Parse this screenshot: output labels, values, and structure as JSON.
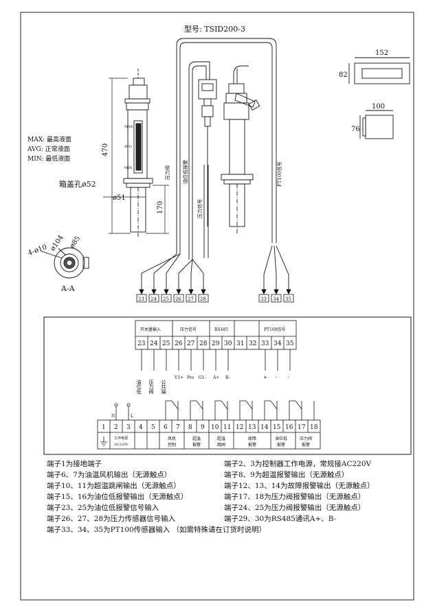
{
  "model": "型号: TSID200-3",
  "legend": [
    "MAX: 最高液面",
    "AVG: 正常液面",
    "MIN: 最低液面"
  ],
  "gauge": {
    "height_dim": "470",
    "hole_label": "箱盖孔ø52",
    "dia_dim": "ø51",
    "lower_dim": "170",
    "scale_max": "MAX",
    "scale_avg": "AVG",
    "scale_min": "MIN"
  },
  "flange": {
    "d104": "ø104",
    "d85": "ø85",
    "holes": "4-ø10",
    "section": "A-A"
  },
  "controller_dims": {
    "w1": "152",
    "h1": "82",
    "w2": "100",
    "h2": "76"
  },
  "cables": {
    "pressure_valve": "压力阀",
    "oil_low_alarm": "油位低报警",
    "pressure_signal": "压力信号",
    "pt100": "PT100信号"
  },
  "upper_terminals": {
    "tags": [
      "23",
      "24",
      "25",
      "26",
      "27",
      "28",
      "33",
      "34",
      "35"
    ],
    "groups": [
      "开关量输入",
      "压力信号",
      "RS485",
      "PT100信号"
    ],
    "numbers": [
      "23",
      "24",
      "25",
      "26",
      "27",
      "28",
      "29",
      "30",
      "31",
      "32",
      "33",
      "34",
      "35"
    ],
    "labels": {
      "t23": "油位低",
      "t24": "压力阀",
      "t25": "公共端",
      "t26": "V1+",
      "t27": "Pro",
      "t28": "G1-",
      "t29": "A+",
      "t30": "B-",
      "t33": "+",
      "t34": "-",
      "t35": "-"
    }
  },
  "lower_terminals": {
    "numbers": [
      "1",
      "2",
      "3",
      "4",
      "5",
      "6",
      "7",
      "8",
      "9",
      "10",
      "11",
      "12",
      "13",
      "14",
      "15",
      "16",
      "17",
      "18"
    ],
    "n_label": "N",
    "l_label": "L",
    "power_line1": "工作电源",
    "power_line2": "AC220V",
    "groups": [
      {
        "l1": "风机",
        "l2": "控制"
      },
      {
        "l1": "超温",
        "l2": "报警"
      },
      {
        "l1": "超温",
        "l2": "跳闸"
      },
      {
        "l1": "故障",
        "l2": "报警"
      },
      {
        "l1": "油位低",
        "l2": "报警"
      },
      {
        "l1": "压力阀",
        "l2": "报警"
      }
    ]
  },
  "notes": {
    "left": [
      "端子1为接地端子",
      "端子6、7为油温风机输出（无源触点）",
      "端子10、11为超温跳闸输出（无源触点）",
      "端子15、16为油位低报警输出（无源触点）",
      "端子23、25为油位低报警信号输入",
      "端子26、27、28为压力传感器信号输入",
      "端子33、34、35为PT100传感器输入 （如需特殊请在订货时说明）"
    ],
    "right": [
      "端子2、3为控制器工作电源，常规接AC220V",
      "端子8、9为超温报警输出（无源触点）",
      "端子12、13、14为故障报警输出（无源触点）",
      "端子17、18为压力阀报警输出（无源触点）",
      "端子24、25为压力阀报警输出（无源触点）",
      "端子29、30为RS485通讯A+、B-"
    ]
  }
}
